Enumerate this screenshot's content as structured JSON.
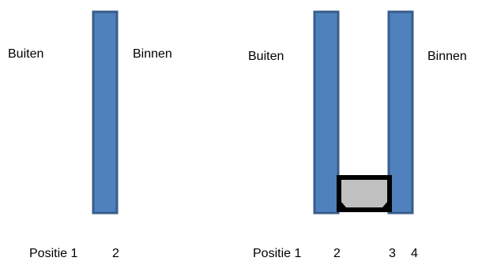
{
  "colors": {
    "glass_fill": "#4f81bd",
    "glass_stroke": "#385d8a",
    "spacer_frame": "#000000",
    "spacer_fill": "#c0c0c0"
  },
  "single_pane": {
    "outside_label": "Buiten",
    "inside_label": "Binnen",
    "position_label": "Positie 1",
    "surface_2": "2"
  },
  "double_pane": {
    "outside_label": "Buiten",
    "inside_label": "Binnen",
    "position_label": "Positie 1",
    "surface_2": "2",
    "surface_3": "3",
    "surface_4": "4"
  }
}
